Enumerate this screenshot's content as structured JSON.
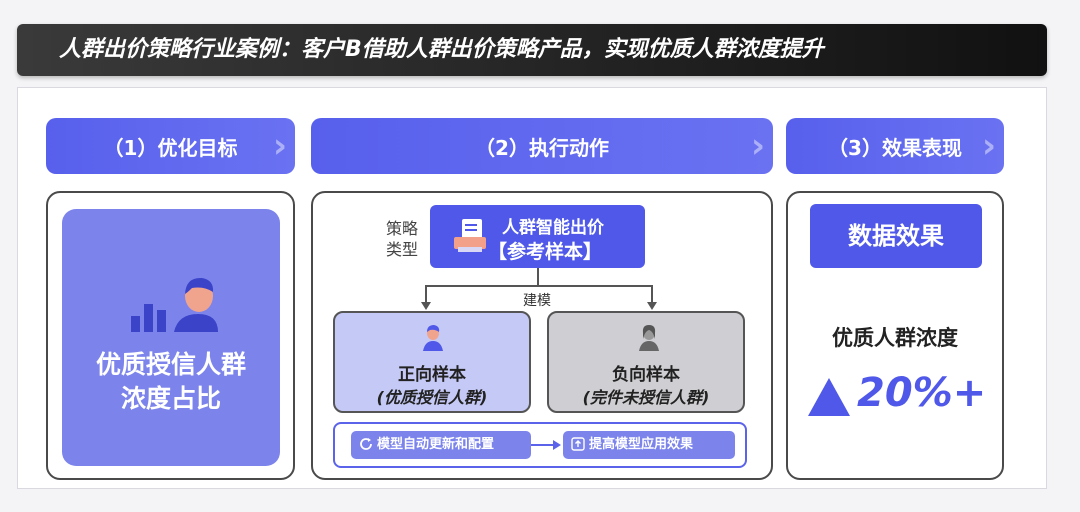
{
  "title": "人群出价策略行业案例：客户B借助人群出价策略产品，实现优质人群浓度提升",
  "headers": {
    "goal": "（1）优化目标",
    "action": "（2）执行动作",
    "effect": "（3）效果表现"
  },
  "goal": {
    "line1": "优质授信人群",
    "line2": "浓度占比"
  },
  "action": {
    "strategy_label_1": "策略",
    "strategy_label_2": "类型",
    "strategy_line1": "人群智能出价",
    "strategy_line2": "【参考样本】",
    "model_label": "建模",
    "positive_title": "正向样本",
    "positive_sub": "(优质授信人群)",
    "negative_title": "负向样本",
    "negative_sub": "(完件未授信人群)",
    "step1": "模型自动更新和配置",
    "step2": "提高模型应用效果"
  },
  "effect": {
    "box": "数据效果",
    "metric_label": "优质人群浓度",
    "metric_value": "20%+"
  },
  "colors": {
    "accent": "#4f58e8",
    "accent_light": "#7c84ec",
    "positive_bg": "#c5c9f6",
    "negative_bg": "#cfcfd3"
  }
}
